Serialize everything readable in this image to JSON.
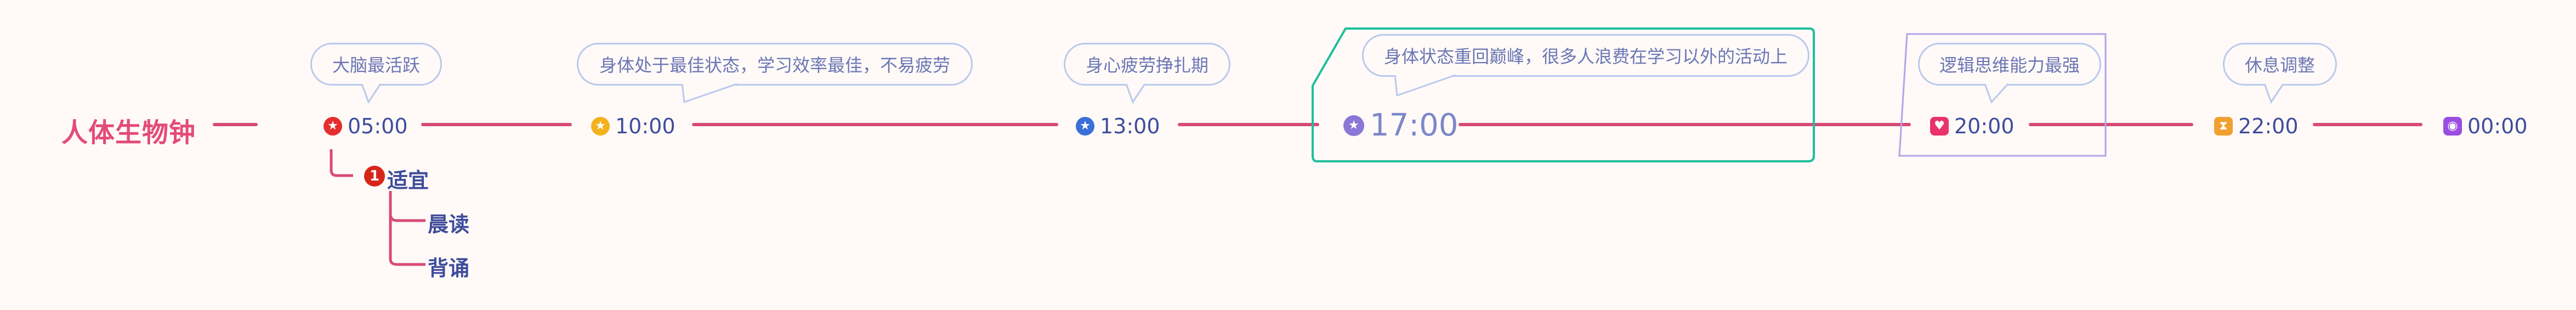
{
  "title": "人体生物钟",
  "times": [
    {
      "label": "05:00",
      "icon": "star-circle-icon",
      "color": "#e42e2e"
    },
    {
      "label": "10:00",
      "icon": "star-circle-icon",
      "color": "#f2b21b"
    },
    {
      "label": "13:00",
      "icon": "star-circle-icon",
      "color": "#3b6fd8"
    },
    {
      "label": "17:00",
      "icon": "star-circle-icon",
      "color": "#8a78d6"
    },
    {
      "label": "20:00",
      "icon": "heart-icon",
      "color": "#e8336c"
    },
    {
      "label": "22:00",
      "icon": "hourglass-icon",
      "color": "#f0a030"
    },
    {
      "label": "00:00",
      "icon": "planet-icon",
      "color": "#9a4de0"
    }
  ],
  "callouts": [
    "大脑最活跃",
    "身体处于最佳状态，学习效率最佳，不易疲劳",
    "身心疲劳挣扎期",
    "身体状态重回巅峰，很多人浪费在学习以外的活动上",
    "逻辑思维能力最强",
    "休息调整"
  ],
  "branch": {
    "number": "1",
    "label": "适宜",
    "children": [
      "晨读",
      "背诵"
    ]
  },
  "colors": {
    "line": "#d84a78",
    "highlight_frame": "#1fbf9b",
    "logic_frame": "#b0a4ea",
    "bubble_border": "#b9c9ec"
  }
}
